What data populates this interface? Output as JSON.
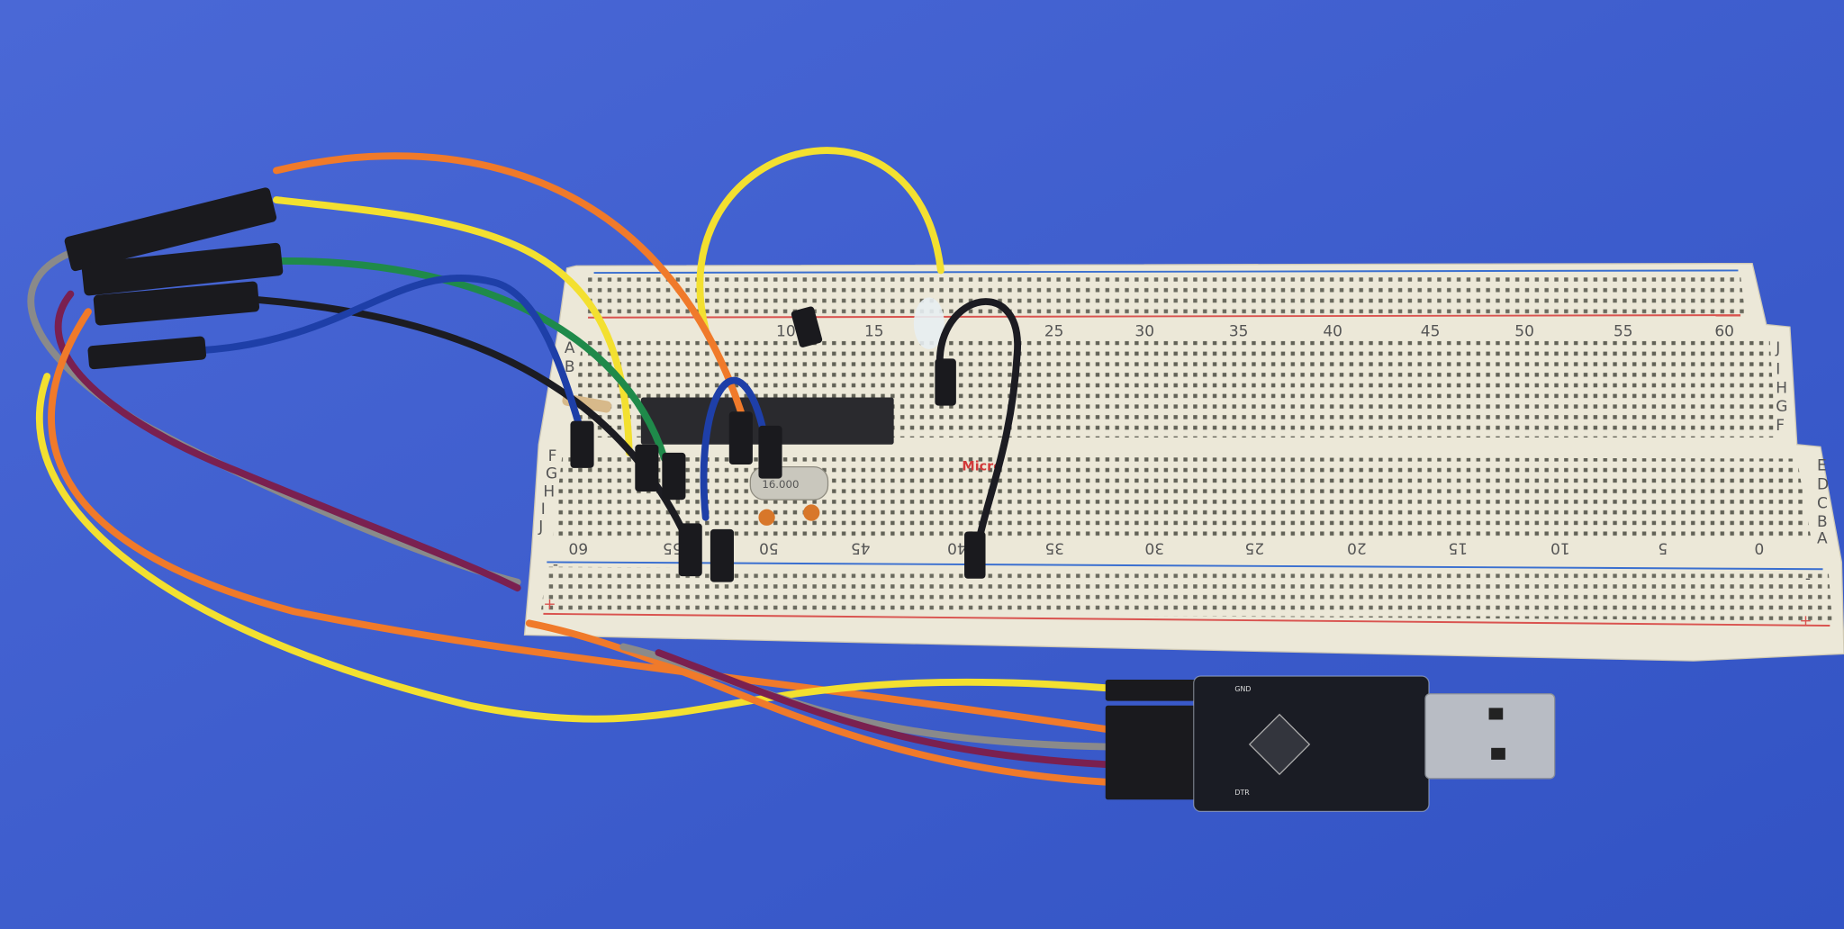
{
  "scene": {
    "description_colors": {
      "surface": "#3f5fd0",
      "breadboard": "#ece8d8",
      "rail_red": "#d9534f",
      "rail_blue": "#3a6fd0",
      "wire_orange": "#f07a2a",
      "wire_yellow": "#f3e030",
      "wire_green": "#1f8a4a",
      "wire_blue": "#1e3fa8",
      "wire_black": "#1c1c22",
      "wire_gray": "#8a8a8a",
      "wire_purple": "#7a2050"
    },
    "breadboard": {
      "top_numbers": [
        "10",
        "15",
        "25",
        "30",
        "35",
        "40",
        "45",
        "50",
        "55",
        "60"
      ],
      "bottom_numbers": [
        "60",
        "55",
        "50",
        "45",
        "40",
        "35",
        "30",
        "25",
        "20",
        "15",
        "10",
        "5",
        "0"
      ],
      "rows_right_upper": [
        "J",
        "I",
        "H",
        "G",
        "F"
      ],
      "rows_right_lower": [
        "E",
        "D",
        "C",
        "B",
        "A"
      ],
      "rows_left_upper": [
        "A",
        "B"
      ],
      "rows_left_lower": [
        "F",
        "G",
        "H",
        "I",
        "J"
      ],
      "rail_marks": [
        "+",
        "-",
        "+",
        "-"
      ]
    },
    "crystal_label": "16.000",
    "usb_module": {
      "pin_top": "GND",
      "pin_bottom": "DTR"
    },
    "watermark": "Micro"
  }
}
